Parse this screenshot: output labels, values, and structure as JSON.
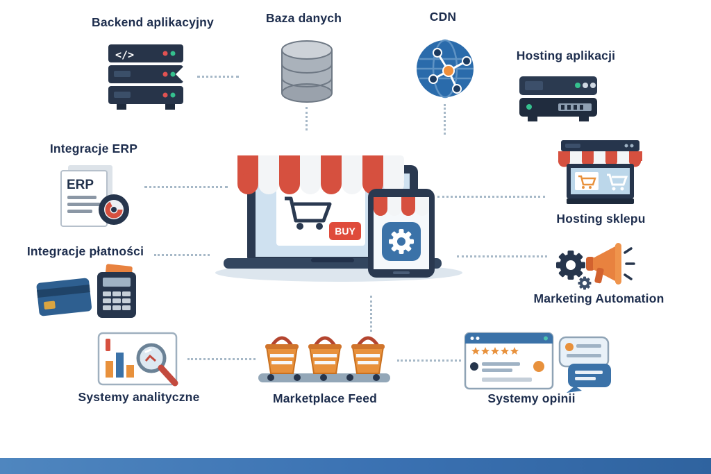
{
  "diagram": {
    "nodes": {
      "backend": {
        "label": "Backend aplikacyjny",
        "icon_text": "</>"
      },
      "database": {
        "label": "Baza danych"
      },
      "cdn": {
        "label": "CDN"
      },
      "hosting_app": {
        "label": "Hosting aplikacji"
      },
      "erp": {
        "label": "Integracje ERP",
        "icon_text": "ERP"
      },
      "payments": {
        "label": "Integracje płatności"
      },
      "analytics": {
        "label": "Systemy analityczne"
      },
      "marketplace": {
        "label": "Marketplace Feed"
      },
      "reviews": {
        "label": "Systemy opinii"
      },
      "marketing": {
        "label": "Marketing Automation"
      },
      "hosting_shop": {
        "label": "Hosting sklepu"
      }
    },
    "center": {
      "buy_label": "BUY"
    },
    "colors": {
      "label_text": "#1d2d4d",
      "connector": "#a6b8c7",
      "accent_red": "#d6503f",
      "accent_orange": "#e8913c",
      "navy": "#26354c",
      "blue": "#3b72a8",
      "footer_bar_left": "#4f86bf",
      "footer_bar_right": "#2f639f"
    }
  }
}
